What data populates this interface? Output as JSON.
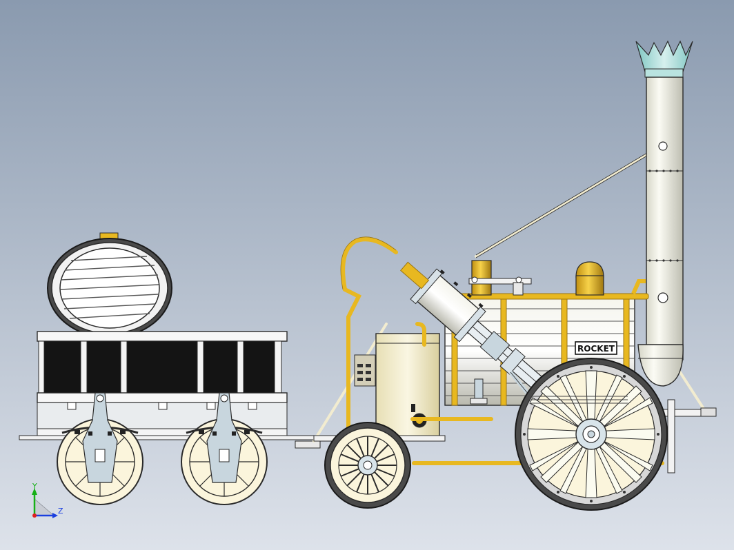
{
  "viewport": {
    "background_top": "#8a9aaf",
    "background_bottom": "#dde2ea"
  },
  "model": {
    "nameplate": "ROCKET",
    "colors": {
      "brass": "#e8b820",
      "brass_dark": "#9a7410",
      "steel": "#c8d6de",
      "boiler": "#fbfbf4",
      "tyre": "#fbf5dc",
      "outline": "#2a2a2a",
      "coal": "#141414",
      "chimney_crown": "#a9dcd8"
    }
  },
  "triad": {
    "y_label": "Y",
    "z_label": "Z",
    "y_color": "#16b016",
    "z_color": "#1a3fe0",
    "x_color": "#e02020"
  }
}
